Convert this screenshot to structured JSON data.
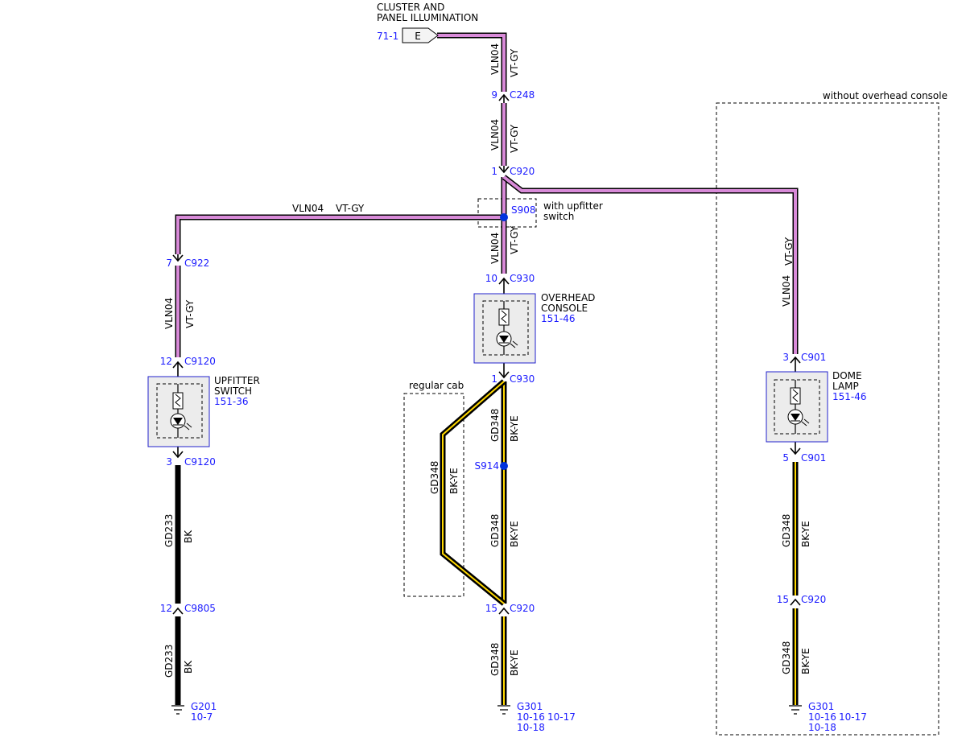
{
  "header": {
    "title_line1": "CLUSTER AND",
    "title_line2": "PANEL ILLUMINATION",
    "source_ref": "71-1",
    "source_pin": "E"
  },
  "colors": {
    "power_wire": "#d88ad8",
    "ground_wire": "#ffd800",
    "ref_text": "#1a1aff",
    "splice": "#0033dd",
    "component_fill": "#ececec"
  },
  "wires": {
    "power_circuit": "VLN04",
    "power_color": "VT-GY",
    "ground_circuit_a": "GD233",
    "ground_color_a": "BK",
    "ground_circuit_b": "GD348",
    "ground_color_b": "BK-YE"
  },
  "connectors": {
    "c248": {
      "pin": "9",
      "name": "C248"
    },
    "c920_top": {
      "pin": "1",
      "name": "C920"
    },
    "c922": {
      "pin": "7",
      "name": "C922"
    },
    "c930_top": {
      "pin": "10",
      "name": "C930"
    },
    "c930_bot": {
      "pin": "1",
      "name": "C930"
    },
    "c9120_top": {
      "pin": "12",
      "name": "C9120"
    },
    "c9120_bot": {
      "pin": "3",
      "name": "C9120"
    },
    "c9805": {
      "pin": "12",
      "name": "C9805"
    },
    "c920_mid": {
      "pin": "15",
      "name": "C920"
    },
    "c901_top": {
      "pin": "3",
      "name": "C901"
    },
    "c901_bot": {
      "pin": "5",
      "name": "C901"
    },
    "c920_right": {
      "pin": "15",
      "name": "C920"
    }
  },
  "splices": {
    "s908": "S908",
    "s914": "S914"
  },
  "options": {
    "upfitter": {
      "line1": "with upfitter",
      "line2": "switch"
    },
    "regular_cab": "regular cab",
    "no_console": "without overhead console"
  },
  "components": {
    "upfitter_switch": {
      "line1": "UPFITTER",
      "line2": "SWITCH",
      "ref": "151-36"
    },
    "overhead_console": {
      "line1": "OVERHEAD",
      "line2": "CONSOLE",
      "ref": "151-46"
    },
    "dome_lamp": {
      "line1": "DOME",
      "line2": "LAMP",
      "ref": "151-46"
    }
  },
  "grounds": {
    "g201": {
      "name": "G201",
      "ref1": "10-7"
    },
    "g301_mid": {
      "name": "G301",
      "ref1": "10-16",
      "ref2": "10-17",
      "ref3": "10-18"
    },
    "g301_right": {
      "name": "G301",
      "ref1": "10-16",
      "ref2": "10-17",
      "ref3": "10-18"
    }
  }
}
